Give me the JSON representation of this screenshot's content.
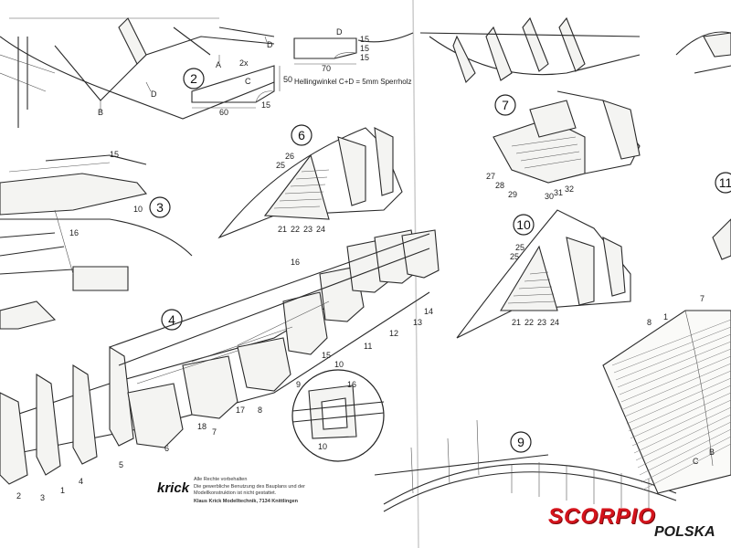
{
  "diagram_numbers": {
    "n2": "2",
    "n3": "3",
    "n4": "4",
    "n6": "6",
    "n7": "7",
    "n9": "9",
    "n10": "10",
    "n11": "11"
  },
  "top_notes": {
    "helling": "Hellingwinkel C+D = 5mm Sperrholz",
    "dim_70": "70",
    "dim_15a": "15",
    "dim_15b": "15",
    "dim_15c": "15",
    "dim_d": "D",
    "dim_2x": "2x",
    "dim_c": "C",
    "dim_50": "50",
    "dim_15d": "15",
    "dim_60": "60",
    "lbl_a": "A",
    "lbl_b": "B",
    "lbl_d1": "D",
    "lbl_d2": "D"
  },
  "part_labels": {
    "p15a": "15",
    "p10a": "10",
    "p16a": "16",
    "p26": "26",
    "p25a": "25",
    "p21": "21",
    "p22": "22",
    "p23": "23",
    "p24": "24",
    "p27": "27",
    "p28": "28",
    "p29": "29",
    "p30": "30",
    "p31": "31",
    "p32": "32",
    "p25b": "25",
    "p25c": "25",
    "p21b": "21",
    "p22b": "22",
    "p23b": "23",
    "p24b": "24",
    "p16b": "16",
    "p15b": "15",
    "p14": "14",
    "p13": "13",
    "p12": "12",
    "p11": "11",
    "p10b": "10",
    "p9": "9",
    "p8": "8",
    "p17": "17",
    "p7": "7",
    "p18": "18",
    "p6": "6",
    "p5": "5",
    "p4": "4",
    "p1": "1",
    "p3": "3",
    "p2": "2",
    "p16c": "16",
    "p10c": "10",
    "p8b": "8",
    "p1b": "1",
    "p7b": "7",
    "pB": "B",
    "pC": "C"
  },
  "credits": {
    "logo": "krick",
    "line1": "Alle Rechte vorbehalten",
    "line2": "Die gewerbliche Benutzung des Bauplans und der",
    "line3": "Modellkonstruktion ist nicht gestattet.",
    "line4": "Klaus Krick Modelltechnik, 7134 Knittlingen"
  },
  "watermark": {
    "brand": "SCORPIO",
    "sub": "POLSKA",
    "brand_color": "#d4141c"
  }
}
